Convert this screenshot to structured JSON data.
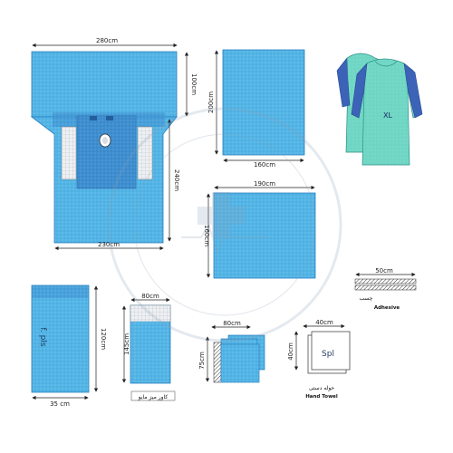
{
  "colors": {
    "drape_blue": "#4fb3e3",
    "drape_blue_dark": "#2f7fc2",
    "gown_green": "#6fd6c4",
    "gown_blue_sleeve": "#3d63b8",
    "dimension_line": "#222222"
  },
  "main_drape": {
    "width_label": "280cm",
    "top_label": "100cm",
    "side_label": "240cm",
    "bottom_label": "230cm"
  },
  "square_drape": {
    "height_label": "200cm",
    "width_label": "160cm"
  },
  "gown": {
    "size_label": "XL",
    "icon": "surgical-gown-icon"
  },
  "sheet_190": {
    "width_label": "190cm",
    "height_label": "160cm"
  },
  "adhesive": {
    "width_label": "50cm",
    "caption_ar": "چسب",
    "caption": "Adhesive"
  },
  "mayo_drape": {
    "height_label": "120cm",
    "width_label": "35 cm",
    "inner_text": "f. pls"
  },
  "mayo_cover": {
    "width_label": "80cm",
    "height_label": "145cm",
    "caption": "کاور میز مایو"
  },
  "towels_small": {
    "width_label": "80cm",
    "height_label": "75cm"
  },
  "hand_towel": {
    "width_label": "40cm",
    "height_label": "40cm",
    "inner_text": "Spl",
    "caption_ar": "حوله دستی",
    "caption": "Hand Towel"
  },
  "watermark": {
    "icon": "medical-cross-logo-icon"
  }
}
